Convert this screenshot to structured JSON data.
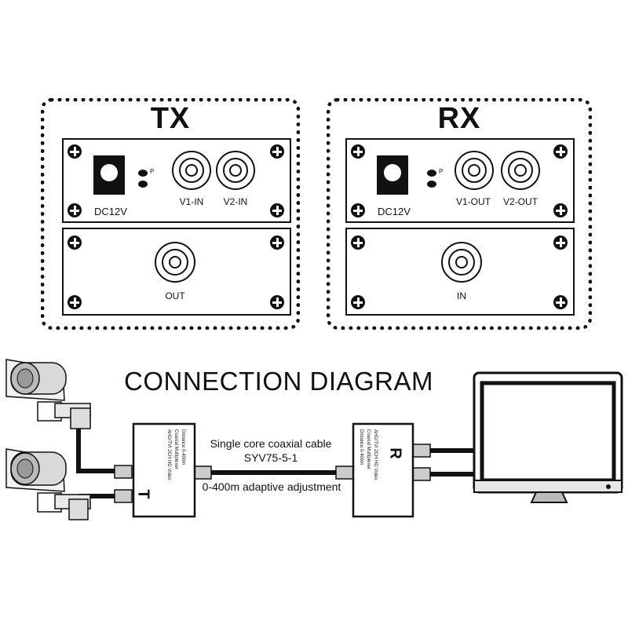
{
  "tx": {
    "title": "TX",
    "dc_label": "DC12V",
    "power_mark": "P",
    "port1_label": "V1-IN",
    "port2_label": "V2-IN",
    "out_label": "OUT"
  },
  "rx": {
    "title": "RX",
    "dc_label": "DC12V",
    "power_mark": "P",
    "port1_label": "V1-OUT",
    "port2_label": "V2-OUT",
    "in_label": "IN"
  },
  "diagram": {
    "heading": "CONNECTION DIAGRAM",
    "cable_line1": "Single core coaxial cable",
    "cable_line2": "SYV75-5-1",
    "cable_line3": "0-400m adaptive adjustment",
    "tx_box_letter": "T",
    "tx_box_text": [
      "AHD/TVI 2CH HD Video",
      "Coaxial Multiplexer",
      "Distance 0-400m"
    ],
    "rx_box_letter": "R",
    "rx_box_text": [
      "AHD/TVI 2CH HD Video",
      "Coaxial Multiplexer",
      "Distance 0-400m"
    ]
  }
}
